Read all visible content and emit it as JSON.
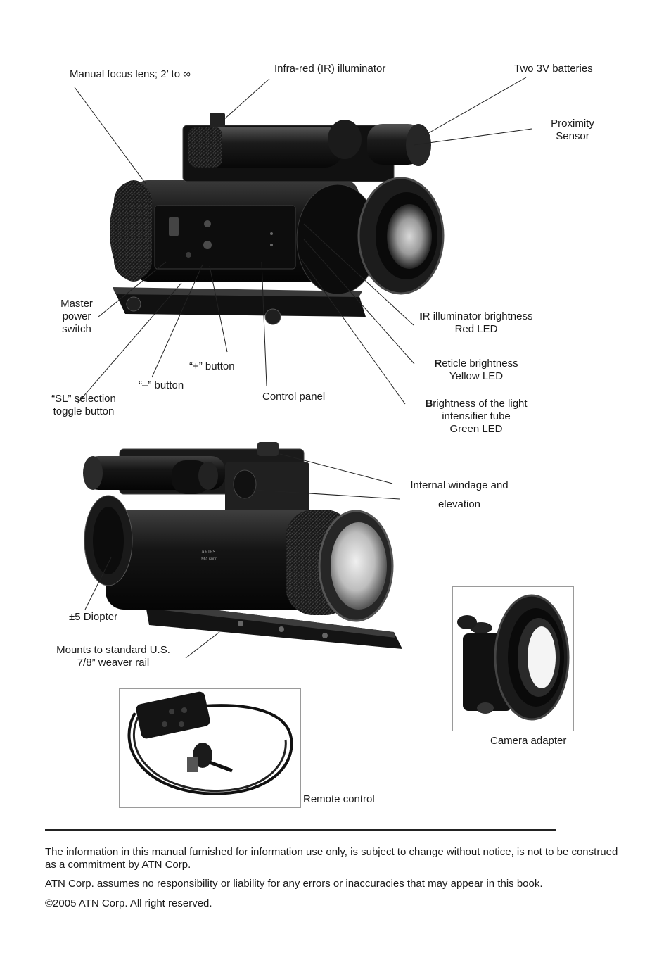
{
  "diagram_top": {
    "labels": {
      "focus": "Manual focus lens; 2’ to ∞",
      "ir": "Infra-red (IR) illuminator",
      "batteries": "Two 3V batteries",
      "proximity_1": "Proximity",
      "proximity_2": "Sensor",
      "master_1": "Master",
      "master_2": "power",
      "master_3": "switch",
      "plus": "“+” button",
      "minus": "“–” button",
      "sl_1": "“SL” selection",
      "sl_2": "toggle button",
      "control_panel": "Control panel",
      "ir_led_1_bold": "I",
      "ir_led_1_rest": "R illuminator brightness",
      "ir_led_2": "Red LED",
      "reticle_1_bold": "R",
      "reticle_1_rest": "eticle brightness",
      "reticle_2": "Yellow LED",
      "tube_1_bold": "B",
      "tube_1_rest": "rightness of the light",
      "tube_2": "intensifier tube",
      "tube_3": "Green LED"
    }
  },
  "diagram_bottom": {
    "labels": {
      "windage_1": "Internal windage and",
      "windage_2": "elevation",
      "diopter": "±5 Diopter",
      "mounts_1": "Mounts to standard U.S.",
      "mounts_2": "7/8” weaver rail",
      "camera_adapter": "Camera adapter",
      "remote_control": "Remote control"
    },
    "device_engraving_1": "ARIES",
    "device_engraving_2": "MA 6000"
  },
  "footer": {
    "paragraph_1": "The information in this manual furnished for information use only, is subject to change without notice, is not to be construed as a commitment by ATN Corp.",
    "paragraph_2": "ATN Corp. assumes no responsibility or liability for any errors or inaccuracies that may appear in this book.",
    "paragraph_3": "©2005 ATN Corp. All right reserved."
  }
}
